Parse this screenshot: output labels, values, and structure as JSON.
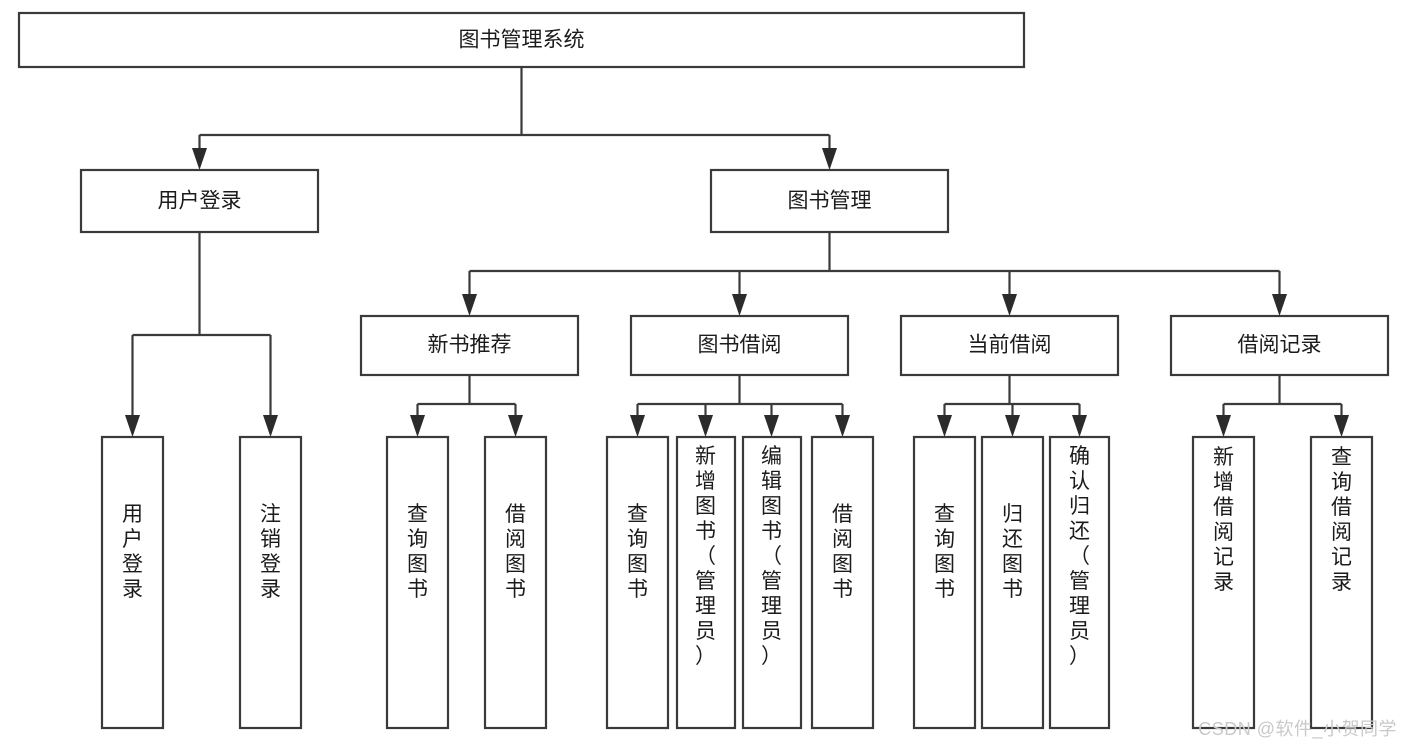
{
  "diagram": {
    "title": "图书管理系统",
    "watermark": "CSDN @软件_小贺同学",
    "type": "tree-hierarchy-diagram",
    "orientation": "top-down",
    "colors": {
      "box_fill": "#ffffff",
      "box_stroke": "#3a3a3a",
      "text": "#1b1b1b",
      "connector": "#3a3a3a",
      "watermark": "#c9c9c9",
      "background": "#ffffff"
    },
    "levels": [
      {
        "level": 1,
        "nodes": [
          {
            "id": "root",
            "label": "图书管理系统",
            "orientation": "horizontal"
          }
        ]
      },
      {
        "level": 2,
        "nodes": [
          {
            "id": "login",
            "label": "用户登录",
            "orientation": "horizontal",
            "parent": "root"
          },
          {
            "id": "bookmgmt",
            "label": "图书管理",
            "orientation": "horizontal",
            "parent": "root"
          }
        ]
      },
      {
        "level": 3,
        "nodes": [
          {
            "id": "newbook",
            "label": "新书推荐",
            "orientation": "horizontal",
            "parent": "bookmgmt"
          },
          {
            "id": "borrow",
            "label": "图书借阅",
            "orientation": "horizontal",
            "parent": "bookmgmt"
          },
          {
            "id": "current",
            "label": "当前借阅",
            "orientation": "horizontal",
            "parent": "bookmgmt"
          },
          {
            "id": "record",
            "label": "借阅记录",
            "orientation": "horizontal",
            "parent": "bookmgmt"
          }
        ]
      },
      {
        "level": 4,
        "nodes": [
          {
            "id": "leaf1",
            "label": "用户登录",
            "orientation": "vertical",
            "parent": "login"
          },
          {
            "id": "leaf2",
            "label": "注销登录",
            "orientation": "vertical",
            "parent": "login"
          },
          {
            "id": "leaf3",
            "label": "查询图书",
            "orientation": "vertical",
            "parent": "newbook"
          },
          {
            "id": "leaf4",
            "label": "借阅图书",
            "orientation": "vertical",
            "parent": "newbook"
          },
          {
            "id": "leaf5",
            "label": "查询图书",
            "orientation": "vertical",
            "parent": "borrow"
          },
          {
            "id": "leaf6",
            "label": "新增图书（管理员）",
            "orientation": "vertical",
            "parent": "borrow"
          },
          {
            "id": "leaf7",
            "label": "编辑图书（管理员）",
            "orientation": "vertical",
            "parent": "borrow"
          },
          {
            "id": "leaf8",
            "label": "借阅图书",
            "orientation": "vertical",
            "parent": "borrow"
          },
          {
            "id": "leaf9",
            "label": "查询图书",
            "orientation": "vertical",
            "parent": "current"
          },
          {
            "id": "leaf10",
            "label": "归还图书",
            "orientation": "vertical",
            "parent": "current"
          },
          {
            "id": "leaf11",
            "label": "确认归还（管理员）",
            "orientation": "vertical",
            "parent": "current"
          },
          {
            "id": "leaf12",
            "label": "新增借阅记录",
            "orientation": "vertical",
            "parent": "record"
          },
          {
            "id": "leaf13",
            "label": "查询借阅记录",
            "orientation": "vertical",
            "parent": "record"
          }
        ]
      }
    ]
  }
}
